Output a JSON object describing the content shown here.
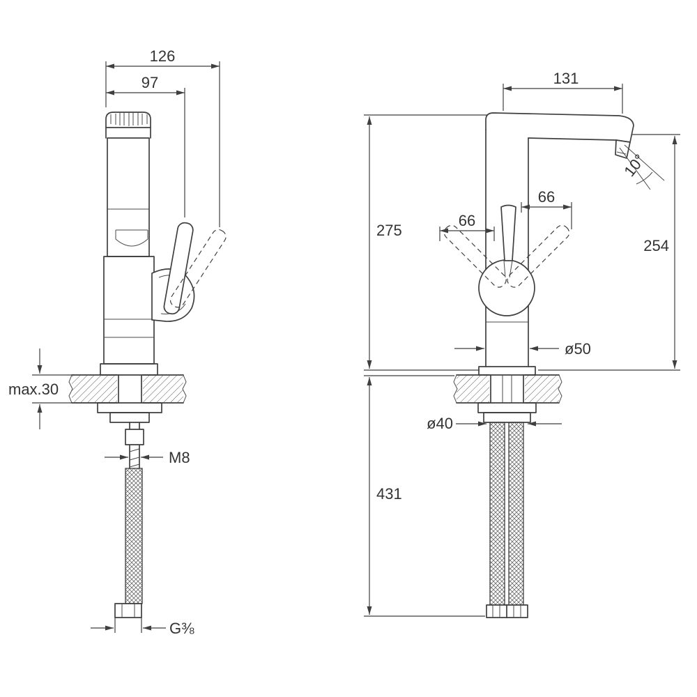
{
  "colors": {
    "line": "#3f3f3f",
    "background": "#ffffff"
  },
  "front_view": {
    "overall_width": "126",
    "lever_width": "97",
    "counter_thickness": "max.30",
    "stud_thread": "M8",
    "hose_thread": "G⅜"
  },
  "side_view": {
    "spout_reach": "131",
    "spout_angle": "10°",
    "lever_left_reach": "66",
    "lever_right_reach": "66",
    "total_height": "275",
    "spout_height": "254",
    "body_diameter": "ø50",
    "hole_diameter": "ø40",
    "hose_length": "431"
  }
}
